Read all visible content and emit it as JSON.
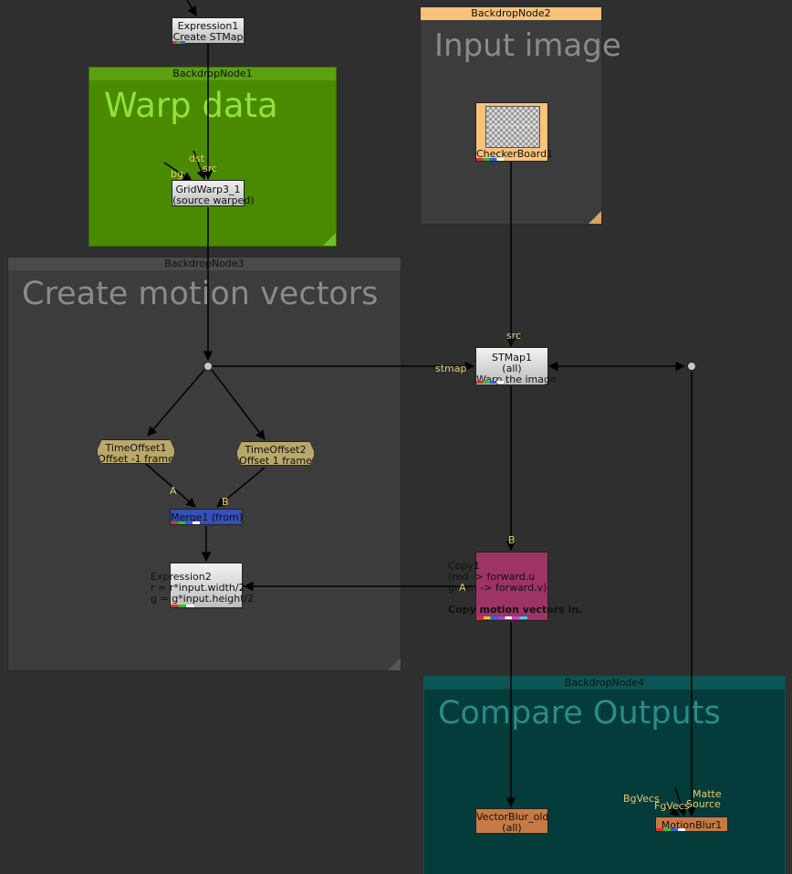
{
  "backdrops": {
    "bd1": {
      "header": "BackdropNode1",
      "title": "Warp data"
    },
    "bd2": {
      "header": "BackdropNode2",
      "title": "Input image"
    },
    "bd3": {
      "header": "BackdropNode3",
      "title": "Create motion vectors"
    },
    "bd4": {
      "header": "BackdropNode4",
      "title": "Compare Outputs"
    }
  },
  "nodes": {
    "expression1": {
      "line1": "Expression1",
      "line2": "Create STMap"
    },
    "gridwarp": {
      "line1": "GridWarp3_1",
      "line2": "(source warped)"
    },
    "checkerboard": {
      "label": "CheckerBoard1"
    },
    "stmap": {
      "line1": "STMap1",
      "line2": "(all)",
      "line3": "Warp the image"
    },
    "timeoffset1": {
      "line1": "TimeOffset1",
      "line2": "Offset -1 frame"
    },
    "timeoffset2": {
      "line1": "TimeOffset2",
      "line2": "Offset 1 frame"
    },
    "merge": {
      "label": "Merge1 (from)"
    },
    "expression2": {
      "line1": "Expression2",
      "line2": "r = r*input.width/2",
      "line3": "g = g*input.height/2"
    },
    "copy": {
      "line1": "Copy1",
      "line2": "(red -> forward.u",
      "line3": "green -> forward.v)",
      "line4": "Copy motion vectors in."
    },
    "vectorblur": {
      "line1": "VectorBlur_old",
      "line2": "(all)"
    },
    "motionblur": {
      "label": "MotionBlur1"
    }
  },
  "inputs": {
    "dst": "dst",
    "bg": "bg",
    "src": "src",
    "stmap_src": "src",
    "stmap_stmap": "stmap",
    "merge_a": "A",
    "merge_b": "B",
    "copy_b": "B",
    "copy_a": "A",
    "mb_bgvecs": "BgVecs",
    "mb_fgvecs": "FgVecs",
    "mb_matte": "Matte",
    "mb_source": "Source"
  },
  "colors": {
    "canvas": "#2f2f2f",
    "warp_backdrop": "#4a8a00",
    "warp_title": "#8fe33a",
    "input_backdrop": "#3c3c3c",
    "input_header": "#f8c27a",
    "motion_backdrop": "#3c3c3c",
    "compare_backdrop": "#033c3b",
    "compare_title": "#2b8b88",
    "copy_node": "#9e3366",
    "merge_node": "#3550b8",
    "timeoffset_node": "#b9a868",
    "orange_node": "#c67a44"
  }
}
